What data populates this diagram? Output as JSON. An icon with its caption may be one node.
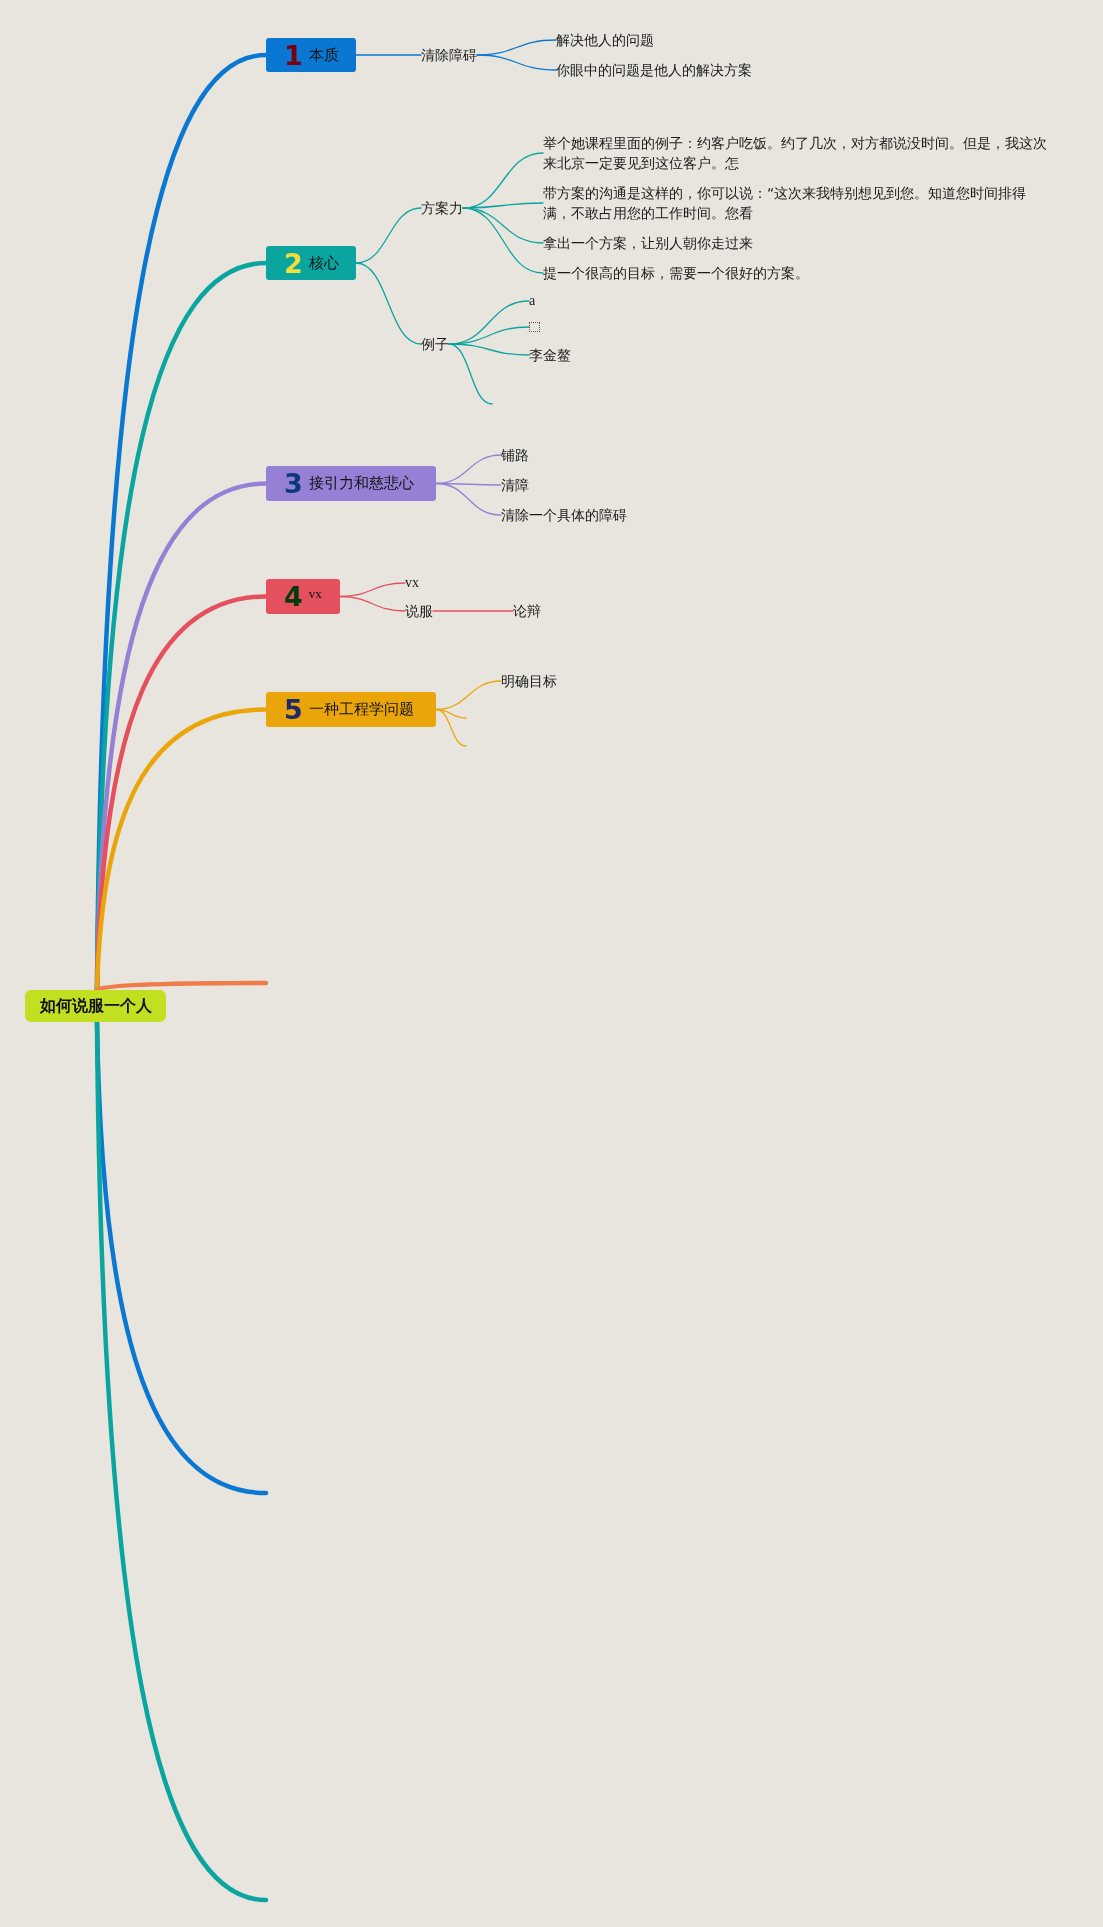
{
  "diagram": {
    "nodes": [
      {
        "text": [
          "如何说服一个人"
        ]
      },
      {
        "text": [
          "1",
          "本质"
        ]
      },
      {
        "text": [
          "清除障碍"
        ]
      },
      {
        "text": [
          "解决他人的问题"
        ]
      },
      {
        "text": [
          "你眼中的问题是他人的解决方案"
        ]
      },
      {
        "text": [
          "2",
          "核心"
        ]
      },
      {
        "text": [
          "方案力"
        ]
      },
      {
        "text": [
          "举个她课程里面的例子：约客户吃饭。约了几次，对方都说没时间。但是，我这次来北京一定要见到这位客户。怎"
        ]
      },
      {
        "text": [
          "带方案的沟通是这样的，你可以说：“这次来我特别想见到您。知道您时间排得满，不敢占用您的工作时间。您看"
        ]
      },
      {
        "text": [
          "拿出一个方案，让别人朝你走过来"
        ]
      },
      {
        "text": [
          "提一个很高的目标，需要一个很好的方案。"
        ]
      },
      {
        "text": [
          "例子"
        ]
      },
      {
        "text": [
          "a"
        ]
      },
      {
        "text": [],
        "shape": "box"
      },
      {
        "text": [
          "李金鳌"
        ]
      },
      {
        "text": [
          "3",
          "接引力和慈悲心"
        ]
      },
      {
        "text": [
          "铺路"
        ]
      },
      {
        "text": [
          "清障"
        ]
      },
      {
        "text": [
          "清除一个具体的障碍"
        ]
      },
      {
        "text": [
          "4",
          "vx"
        ]
      },
      {
        "text": [
          "vx"
        ]
      },
      {
        "text": [
          "说服"
        ]
      },
      {
        "text": [
          "论辩"
        ]
      },
      {
        "text": [
          "5",
          "一种工程学问题"
        ]
      },
      {
        "text": [
          "明确目标"
        ]
      }
    ],
    "edges": [
      {
        "from": 0,
        "to": 1,
        "arrow": "none",
        "style": "thick",
        "color": "#0a78d2"
      },
      {
        "from": 0,
        "to": 5,
        "arrow": "none",
        "style": "thick",
        "color": "#0aa59f"
      },
      {
        "from": 0,
        "to": 15,
        "arrow": "none",
        "style": "thick",
        "color": "#9580d6"
      },
      {
        "from": 0,
        "to": 19,
        "arrow": "none",
        "style": "thick",
        "color": "#e5505f"
      },
      {
        "from": 0,
        "to": 23,
        "arrow": "none",
        "style": "thick",
        "color": "#eaa50a"
      },
      {
        "from": 0,
        "to": null,
        "arrow": "none",
        "style": "thick",
        "color": "#f07c4a"
      },
      {
        "from": 0,
        "to": null,
        "arrow": "none",
        "style": "thick",
        "color": "#0a78d2"
      },
      {
        "from": 0,
        "to": null,
        "arrow": "none",
        "style": "thick",
        "color": "#0aa59f"
      },
      {
        "from": 1,
        "to": 2,
        "arrow": "none",
        "color": "#0a78d2"
      },
      {
        "from": 2,
        "to": 3,
        "arrow": "none",
        "color": "#0a78d2"
      },
      {
        "from": 2,
        "to": 4,
        "arrow": "none",
        "color": "#0a78d2"
      },
      {
        "from": 5,
        "to": 6,
        "arrow": "none",
        "color": "#0aa59f"
      },
      {
        "from": 5,
        "to": 11,
        "arrow": "none",
        "color": "#0aa59f"
      },
      {
        "from": 6,
        "to": 7,
        "arrow": "none",
        "color": "#0aa59f"
      },
      {
        "from": 6,
        "to": 8,
        "arrow": "none",
        "color": "#0aa59f"
      },
      {
        "from": 6,
        "to": 9,
        "arrow": "none",
        "color": "#0aa59f"
      },
      {
        "from": 6,
        "to": 10,
        "arrow": "none",
        "color": "#0aa59f"
      },
      {
        "from": 11,
        "to": 12,
        "arrow": "none",
        "color": "#0aa59f"
      },
      {
        "from": 11,
        "to": 13,
        "arrow": "none",
        "color": "#0aa59f"
      },
      {
        "from": 11,
        "to": 14,
        "arrow": "none",
        "color": "#0aa59f"
      },
      {
        "from": 11,
        "to": null,
        "arrow": "none",
        "color": "#0aa59f"
      },
      {
        "from": 15,
        "to": 16,
        "arrow": "none",
        "color": "#9580d6"
      },
      {
        "from": 15,
        "to": 17,
        "arrow": "none",
        "color": "#9580d6"
      },
      {
        "from": 15,
        "to": 18,
        "arrow": "none",
        "color": "#9580d6"
      },
      {
        "from": 19,
        "to": 20,
        "arrow": "none",
        "color": "#e5505f"
      },
      {
        "from": 19,
        "to": 21,
        "arrow": "none",
        "color": "#e5505f"
      },
      {
        "from": 21,
        "to": 22,
        "arrow": "none",
        "color": "#e5505f"
      },
      {
        "from": 23,
        "to": 24,
        "arrow": "none",
        "color": "#eaa50a"
      },
      {
        "from": 23,
        "to": null,
        "arrow": "none",
        "color": "#eaa50a"
      },
      {
        "from": 23,
        "to": null,
        "arrow": "none",
        "color": "#eaa50a"
      }
    ]
  }
}
